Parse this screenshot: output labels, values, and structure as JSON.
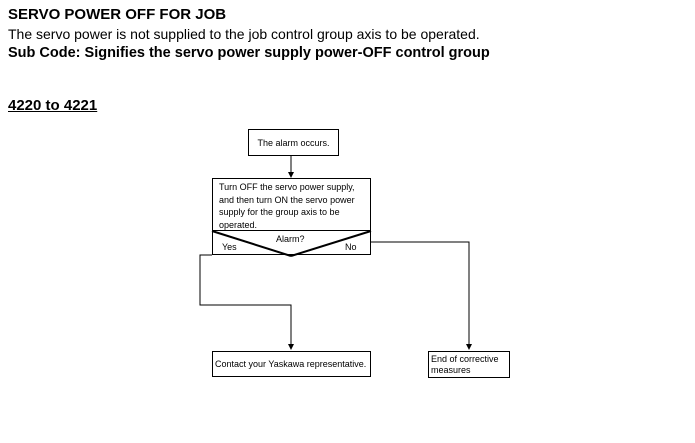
{
  "header": {
    "title": "SERVO POWER OFF FOR JOB",
    "description": "The servo power is not supplied to the job control group axis to be operated.",
    "sub_code": "Sub Code: Signifies the servo power supply power-OFF control group"
  },
  "section": {
    "range_label": "4220 to 4221"
  },
  "flowchart": {
    "start": "The alarm occurs.",
    "action": "Turn OFF the servo power supply, and then turn ON the servo power supply for the group axis to be operated.",
    "decision": "Alarm?",
    "yes_label": "Yes",
    "no_label": "No",
    "yes_result": "Contact your Yaskawa representative.",
    "no_result": "End of corrective measures"
  }
}
